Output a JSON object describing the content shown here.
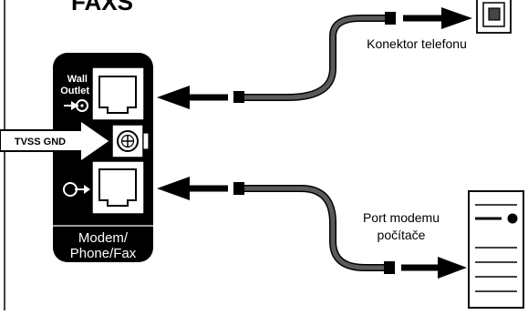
{
  "heading": "FAXS",
  "wall_jack_label": "Konektor telefonu",
  "computer_port_label_line1": "Port modemu",
  "computer_port_label_line2": "počítače",
  "panel": {
    "wall_label": "Wall",
    "outlet_label": "Outlet",
    "tvss_label": "TVSS GND",
    "caption_line1": "Modem/",
    "caption_line2": "Phone/Fax"
  },
  "colors": {
    "panel_body": "#000000",
    "cable": "#5a5a5a",
    "arrow": "#000000",
    "outline": "#000000"
  },
  "icons": [
    "arrow-into-outlet-icon",
    "arrow-out-of-port-icon",
    "ground-screw-icon",
    "wall-jack-icon",
    "computer-tower-icon"
  ]
}
